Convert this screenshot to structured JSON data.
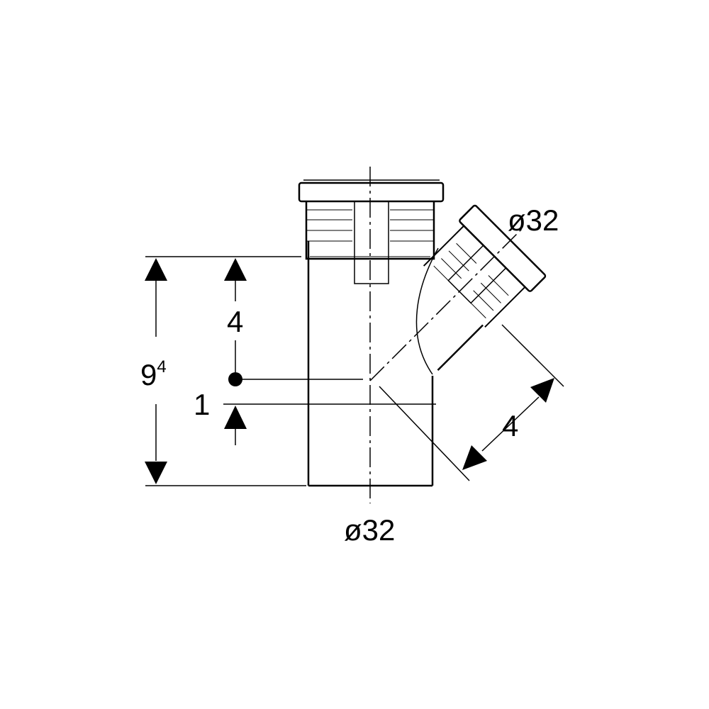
{
  "drawing": {
    "diameter_main": "ø32",
    "diameter_branch": "ø32",
    "total_height_main": "9",
    "total_height_sup": "4",
    "upper_offset": "4",
    "lower_offset": "1",
    "branch_length": "4"
  },
  "colors": {
    "line": "#000000",
    "background": "#ffffff"
  }
}
